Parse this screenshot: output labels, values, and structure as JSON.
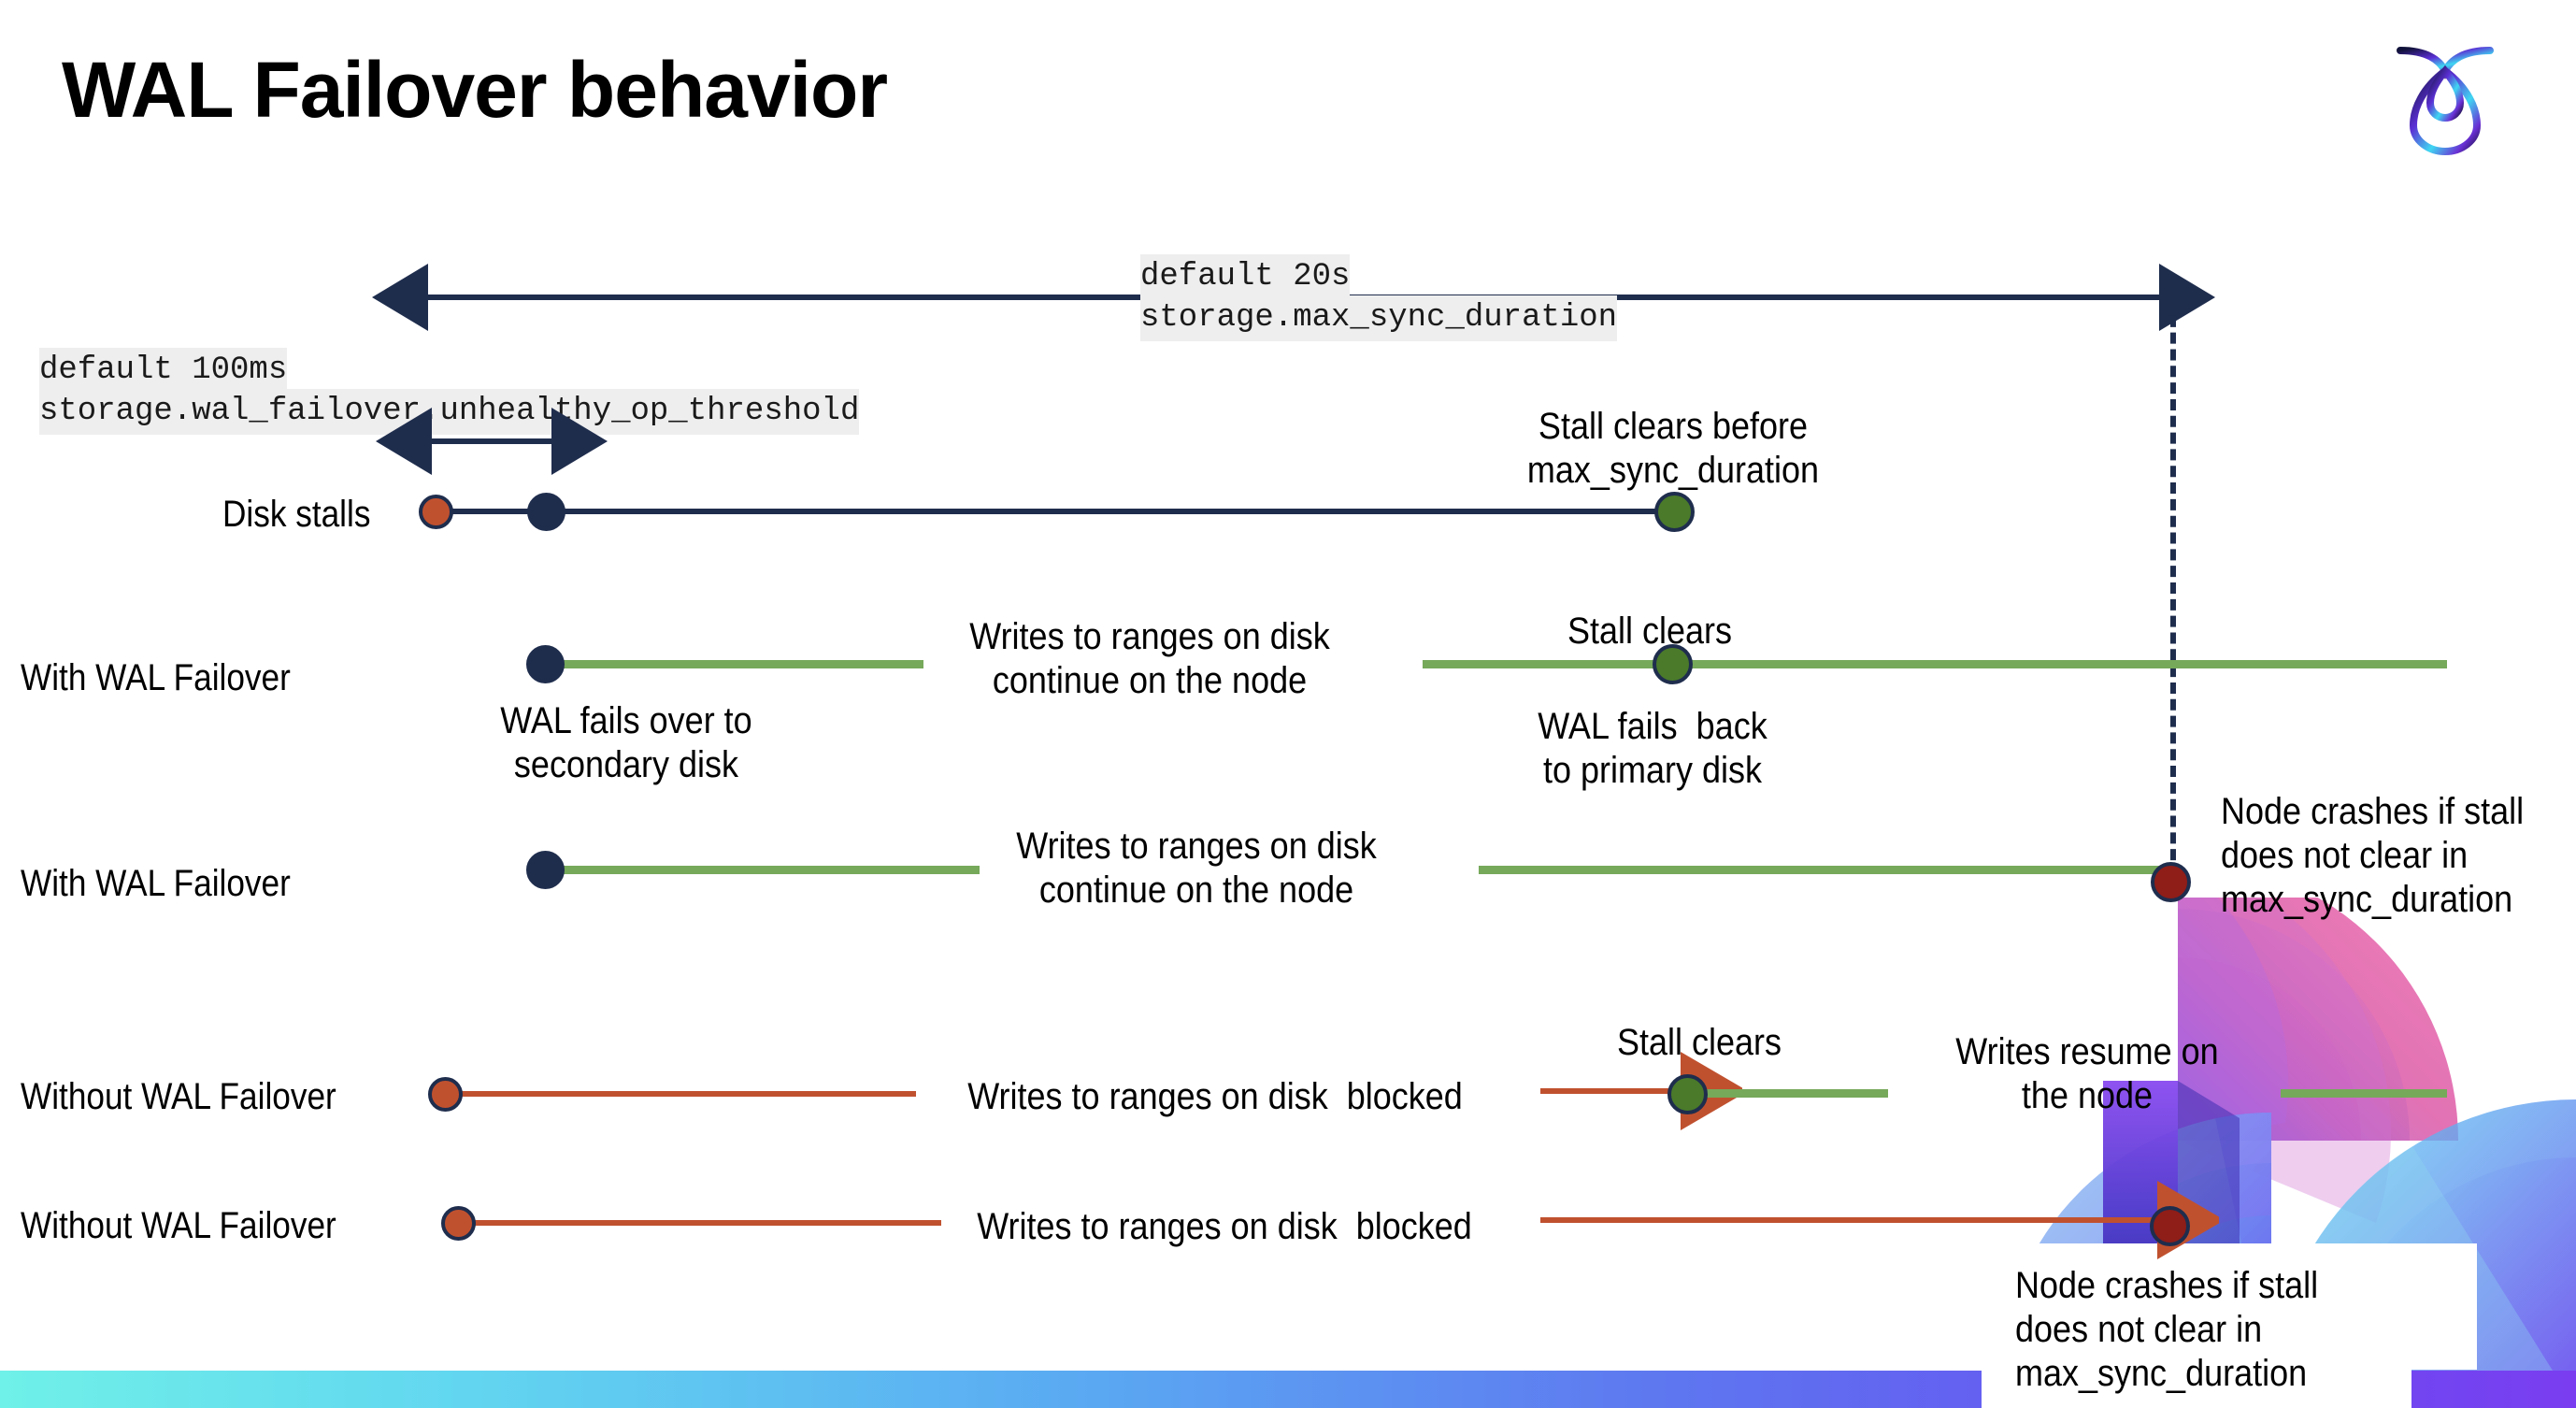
{
  "slide": {
    "title": "WAL Failover behavior",
    "logo_name": "cockroachdb-logo"
  },
  "annotations": {
    "max_sync_default": "default 20s",
    "max_sync_setting": "storage.max_sync_duration",
    "unhealthy_default": "default 100ms",
    "unhealthy_setting": "storage.wal_failover.unhealthy_op_threshold"
  },
  "rows": [
    {
      "id": "disk-stalls",
      "label": "Disk stalls",
      "note_above": "Stall clears before\nmax_sync_duration"
    },
    {
      "id": "with-wal-failover-1",
      "label": "With WAL Failover",
      "note_mid": "Writes to ranges on disk\ncontinue on the node",
      "note_below_left": "WAL fails over to\nsecondary disk",
      "note_above_right": "Stall clears",
      "note_below_right": "WAL fails  back\nto primary disk"
    },
    {
      "id": "with-wal-failover-2",
      "label": "With WAL Failover",
      "note_mid": "Writes to ranges on disk\ncontinue on the node",
      "note_right": "Node crashes if stall\ndoes not clear in\nmax_sync_duration"
    },
    {
      "id": "without-wal-failover-1",
      "label": "Without WAL Failover",
      "note_mid": "Writes to ranges on disk  blocked",
      "note_above_right": "Stall clears",
      "note_right": "Writes resume on\nthe node"
    },
    {
      "id": "without-wal-failover-2",
      "label": "Without WAL Failover",
      "note_mid": "Writes to ranges on disk  blocked",
      "note_below_right": "Node crashes if stall\ndoes not clear in\nmax_sync_duration"
    }
  ],
  "colors": {
    "navy": "#1f2d4d",
    "green_line": "#76a95a",
    "green_dot": "#4a7a2a",
    "orange": "#c0512f",
    "dark_red": "#8f1d18",
    "code_bg": "#eeeeee"
  }
}
